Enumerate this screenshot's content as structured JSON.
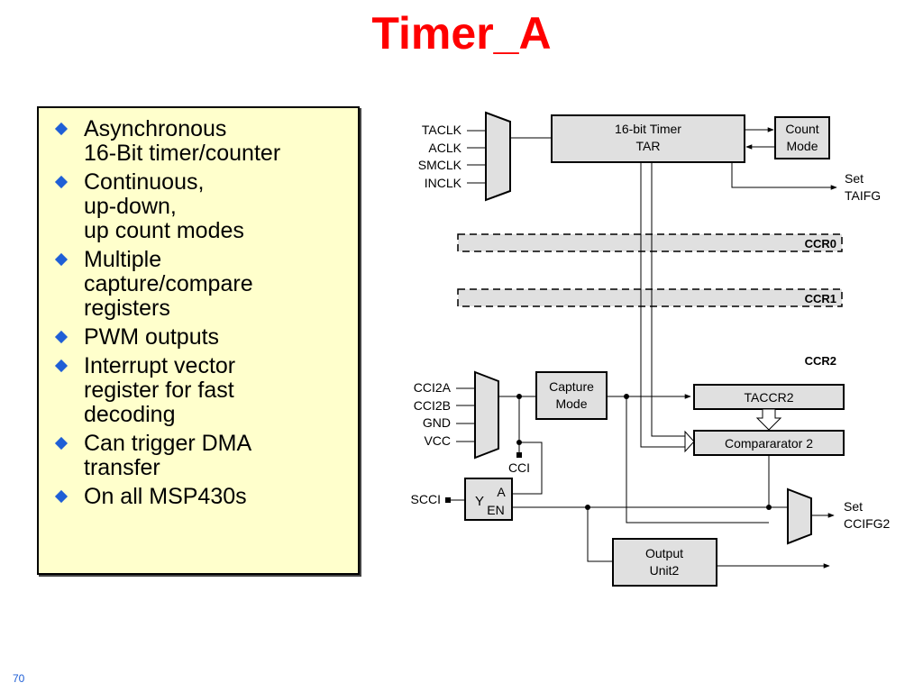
{
  "slide": {
    "title": "Timer_A",
    "page_number": "70"
  },
  "bullets": [
    {
      "lines": [
        "Asynchronous",
        "16-Bit timer/counter"
      ]
    },
    {
      "lines": [
        "Continuous,",
        "up-down,",
        "up count modes"
      ]
    },
    {
      "lines": [
        "Multiple",
        "capture/compare",
        "registers"
      ]
    },
    {
      "lines": [
        "PWM outputs"
      ]
    },
    {
      "lines": [
        "Interrupt vector",
        "register for fast",
        "decoding"
      ]
    },
    {
      "lines": [
        "Can trigger DMA",
        "transfer"
      ]
    },
    {
      "lines": [
        "On all MSP430s"
      ]
    }
  ],
  "diagram": {
    "clock_inputs": [
      "TACLK",
      "ACLK",
      "SMCLK",
      "INCLK"
    ],
    "timer_block": {
      "line1": "16-bit Timer",
      "line2": "TAR"
    },
    "count_mode": {
      "line1": "Count",
      "line2": "Mode"
    },
    "taifg": {
      "line1": "Set",
      "line2": "TAIFG"
    },
    "ccr0_label": "CCR0",
    "ccr1_label": "CCR1",
    "ccr2_label": "CCR2",
    "cci_inputs": [
      "CCI2A",
      "CCI2B",
      "GND",
      "VCC"
    ],
    "capture_mode": {
      "line1": "Capture",
      "line2": "Mode"
    },
    "taccr2": "TACCR2",
    "comparator": "Compararator 2",
    "cci_label": "CCI",
    "scci_label": "SCCI",
    "latch": {
      "y": "Y",
      "a": "A",
      "en": "EN"
    },
    "ccifg": {
      "line1": "Set",
      "line2": "CCIFG2"
    },
    "output_unit": {
      "line1": "Output",
      "line2": "Unit2"
    },
    "colors": {
      "title": "#ff0000",
      "block_fill": "#e0e0e0",
      "bullet_box_fill": "#ffffcc",
      "bullet_marker": "#1f5fd6"
    }
  }
}
